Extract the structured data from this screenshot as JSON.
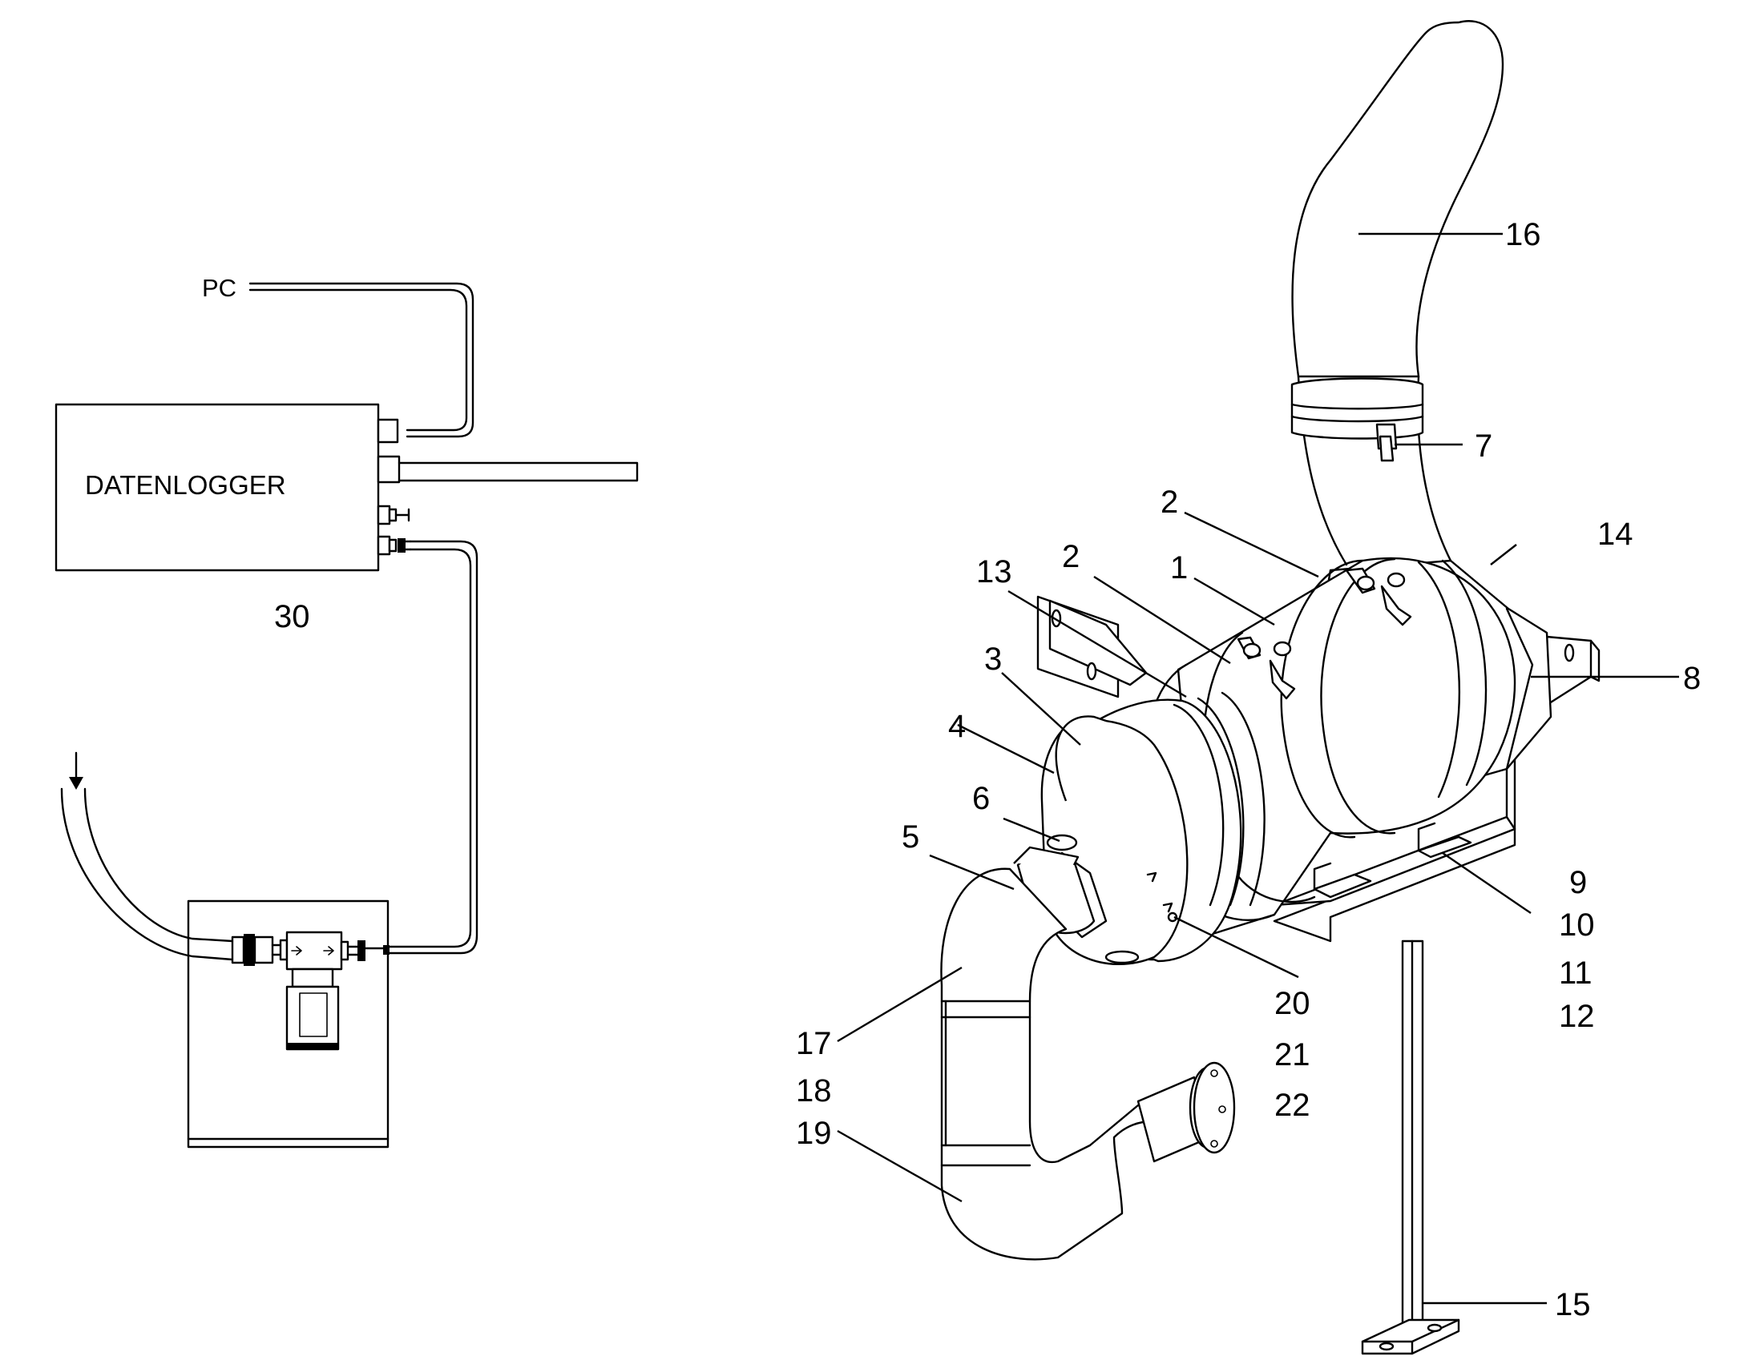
{
  "diagram": {
    "datalogger_label": "DATENLOGGER",
    "pc_label": "PC",
    "datalogger_number": "30",
    "callouts": {
      "c1": "1",
      "c2a": "2",
      "c2b": "2",
      "c3": "3",
      "c4": "4",
      "c5": "5",
      "c6": "6",
      "c7": "7",
      "c8": "8",
      "c9": "9",
      "c10": "10",
      "c11": "11",
      "c12": "12",
      "c13": "13",
      "c14": "14",
      "c15": "15",
      "c16": "16",
      "c17": "17",
      "c18": "18",
      "c19": "19",
      "c20": "20",
      "c21": "21",
      "c22": "22"
    }
  }
}
